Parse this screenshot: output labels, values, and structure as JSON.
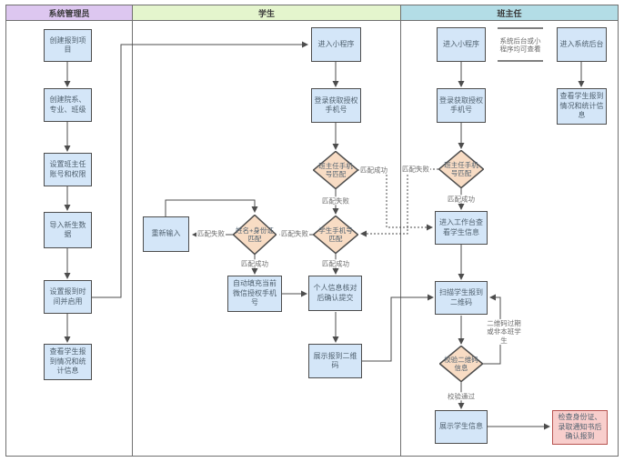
{
  "lanes": {
    "admin": "系统管理员",
    "student": "学生",
    "teacher": "班主任"
  },
  "nodes": {
    "a1": "创建报到项目",
    "a2": "创建院系、专业、班级",
    "a3": "设置班主任账号和权限",
    "a4": "导入新生数据",
    "a5": "设置报到时间并启用",
    "a6": "查看学生报到情况和统计信息",
    "s1": "进入小程序",
    "s2": "登录获取授权手机号",
    "sd1": "班主任手机号匹配",
    "sd2": "学生手机号匹配",
    "sd3": "姓名+身份证匹配",
    "s3": "重新输入",
    "s4": "自动填充当前微信授权手机号",
    "s5": "个人信息核对后确认提交",
    "s6": "展示报到二维码",
    "t1": "进入小程序",
    "t2": "登录获取授权手机号",
    "td1": "班主任手机号匹配",
    "t3": "进入工作台查看学生信息",
    "t4": "扫描学生报到二维码",
    "td2": "校验二维码信息",
    "t5": "展示学生信息",
    "t6": "检查身份证、录取通知书后确认报到",
    "t7": "进入系统后台",
    "t8": "查看学生报到情况和统计信息"
  },
  "edge_labels": {
    "match_success": "匹配成功",
    "match_fail": "匹配失败",
    "verify_pass": "校验通过",
    "qr_expired": "二维码过期或非本班学生",
    "view_note": "系统后台或小程序均可查看"
  },
  "colors": {
    "lane_admin_header": "#ddc7f0",
    "lane_student_header": "#e4f5cd",
    "lane_teacher_header": "#b3dde6",
    "process_fill": "#d4e6f8",
    "process_stroke": "#4d4d4d",
    "decision_fill": "#f8dcc4",
    "terminal_fill": "#f8cecc",
    "terminal_stroke": "#b85450",
    "connector": "#4d4d4d",
    "lane_border": "#707070"
  }
}
